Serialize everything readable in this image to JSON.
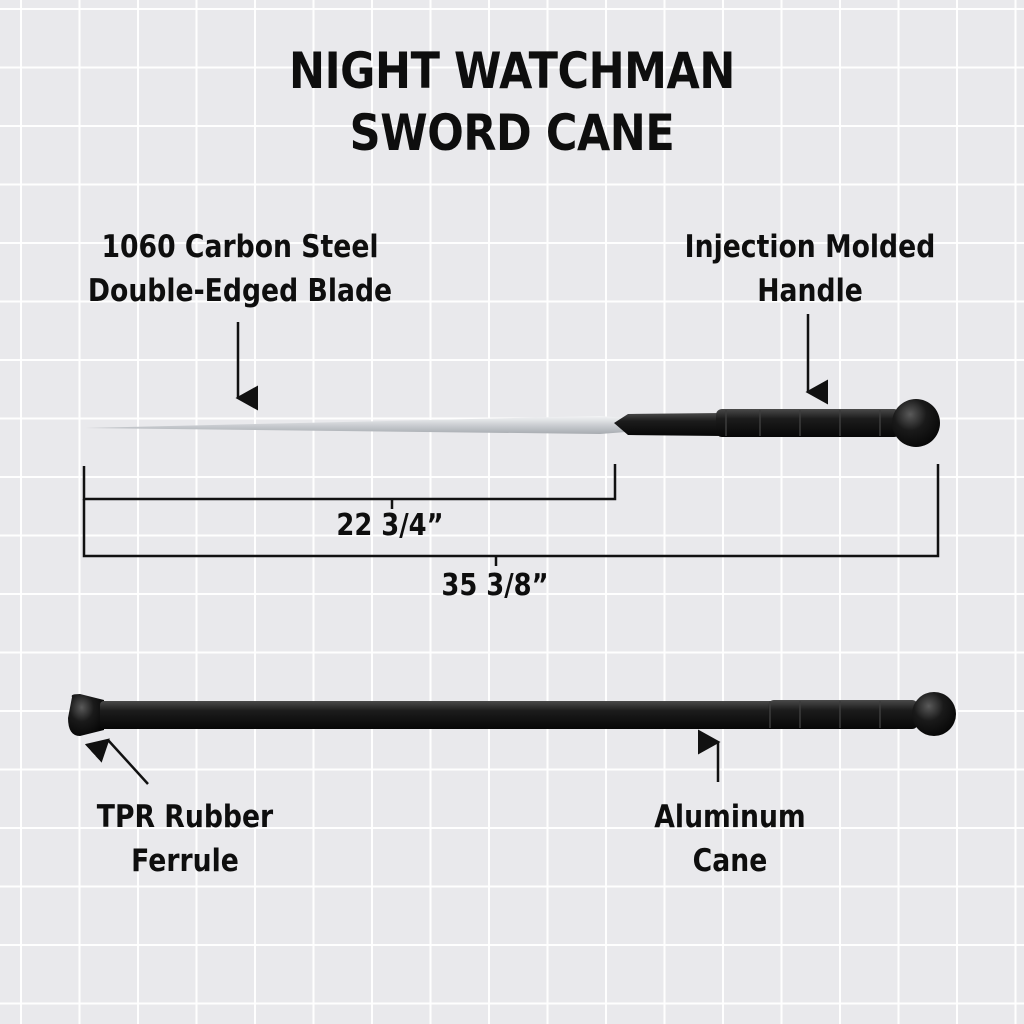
{
  "title": {
    "line1": "NIGHT WATCHMAN",
    "line2": "SWORD CANE"
  },
  "labels": {
    "blade": {
      "line1": "1060 Carbon Steel",
      "line2": "Double-Edged Blade"
    },
    "handle": {
      "line1": "Injection Molded",
      "line2": "Handle"
    },
    "ferrule": {
      "line1": "TPR Rubber",
      "line2": "Ferrule"
    },
    "cane": {
      "line1": "Aluminum",
      "line2": "Cane"
    }
  },
  "dimensions": {
    "blade_length": "22 3/4”",
    "overall_length": "35 3/8”"
  },
  "colors": {
    "background": "#e9e9ec",
    "grid": "#ffffff",
    "text": "#0e0e0e",
    "handle": "#141414",
    "blade": "#d8dadd"
  }
}
